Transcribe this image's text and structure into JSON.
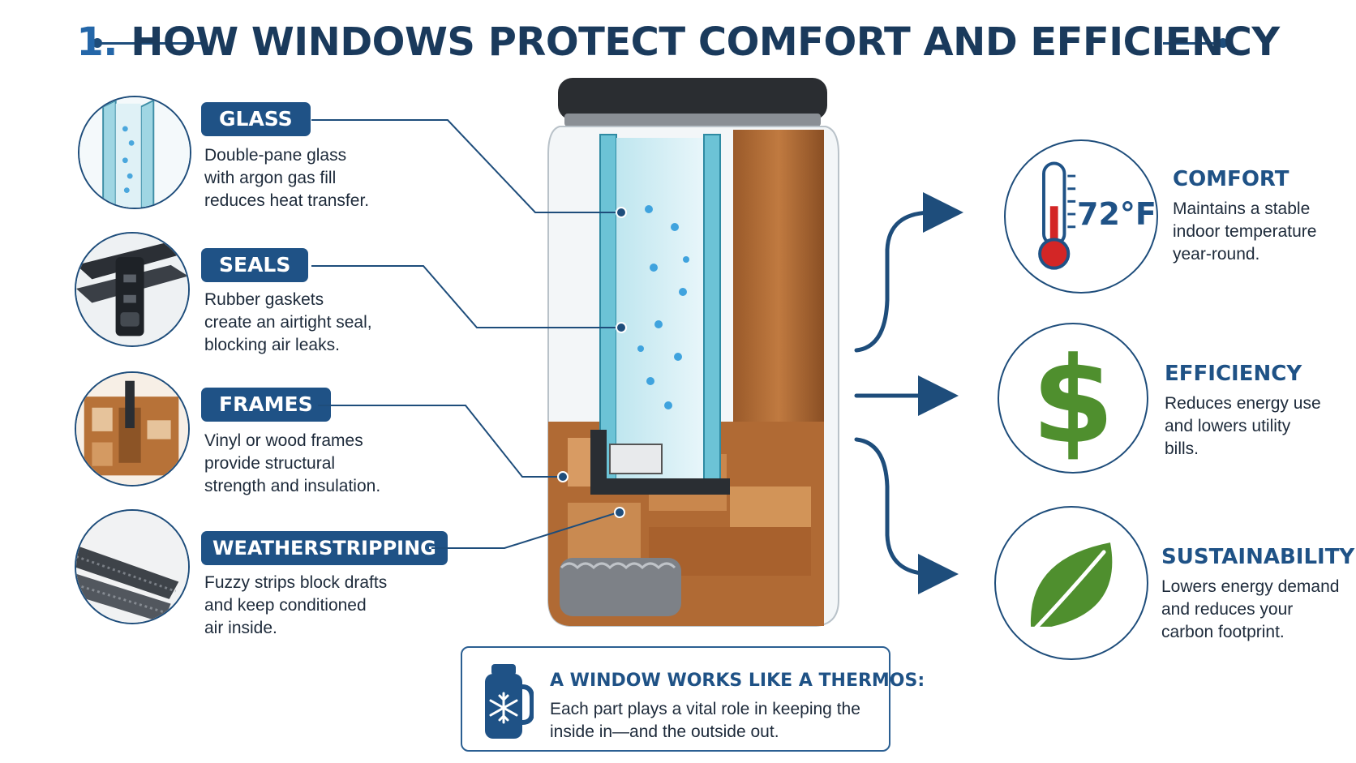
{
  "title": {
    "number": "1.",
    "text": "HOW WINDOWS PROTECT COMFORT AND EFFICIENCY"
  },
  "components": [
    {
      "label": "GLASS",
      "description": [
        "Double-pane glass",
        "with argon gas fill",
        "reduces heat transfer."
      ]
    },
    {
      "label": "SEALS",
      "description": [
        "Rubber gaskets",
        "create an airtight seal,",
        "blocking air leaks."
      ]
    },
    {
      "label": "FRAMES",
      "description": [
        "Vinyl or wood frames",
        "provide structural",
        "strength and insulation."
      ]
    },
    {
      "label": "WEATHERSTRIPPING",
      "description": [
        "Fuzzy strips block drafts",
        "and keep conditioned",
        "air inside."
      ]
    }
  ],
  "benefits": [
    {
      "title": "COMFORT",
      "description": [
        "Maintains a stable",
        "indoor temperature",
        "year-round."
      ],
      "icon": "thermometer-icon",
      "readout": "72°F"
    },
    {
      "title": "EFFICIENCY",
      "description": [
        "Reduces energy use",
        "and lowers utility",
        "bills."
      ],
      "icon": "dollar-sign-icon"
    },
    {
      "title": "SUSTAINABILITY",
      "description": [
        "Lowers energy demand",
        "and reduces your",
        "carbon footprint."
      ],
      "icon": "leaf-icon"
    }
  ],
  "thermos_note": {
    "title": "A WINDOW WORKS LIKE A THERMOS:",
    "text": [
      "Each part plays a vital role in keeping the",
      "inside in—and the outside out."
    ],
    "icon": "thermos-snowflake-icon"
  },
  "colors": {
    "navy": "#1f5286",
    "title": "#1a3a5c",
    "wood": "#b06a34",
    "glass": "#5fb9cf",
    "green": "#4f8f2e",
    "red": "#d32626"
  }
}
